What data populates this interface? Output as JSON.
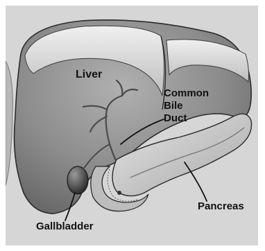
{
  "labels": {
    "liver": "Liver",
    "common_bile_duct_line1": "Common",
    "common_bile_duct_line2": "Bile",
    "common_bile_duct_line3": "Duct",
    "pancreas": "Pancreas",
    "gallbladder": "Gallbladder"
  },
  "colors": {
    "background": "#d6d6d6",
    "liver_fill": "#8a8a8a",
    "pancreas_fill": "#c8c8c8",
    "outline": "#2a2a2a"
  }
}
